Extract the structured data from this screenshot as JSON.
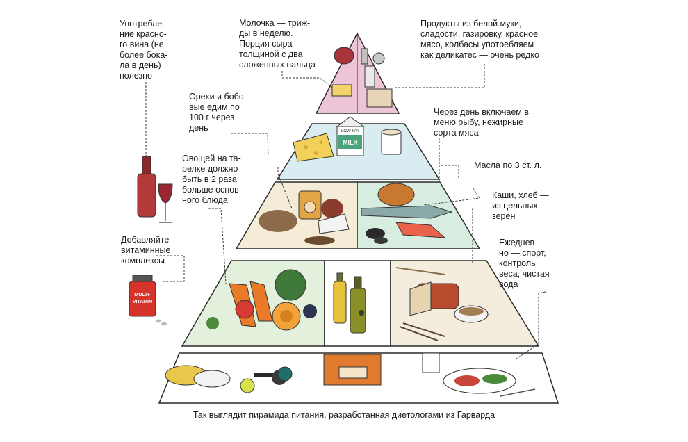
{
  "annotations": {
    "wine": "Употребле-\nние красно-\nго вина (не\nболее бока-\nла в день)\nполезно",
    "dairy": "Молочка — триж-\nды в неделю.\nПорция сыра —\nтолщиной с два\nсложенных пальца",
    "white_flour": "Продукты из белой муки,\nсладости, газировку, красное\nмясо, колбасы употребляем\nкак деликатес — очень редко",
    "nuts": "Орехи и бобо-\nвые едим по\n100 г через\nдень",
    "fish": "Через день включаем в\nменю рыбу, нежирные\nсорта мяса",
    "vegetables": "Овощей на та-\nрелке должно\nбыть в 2 раза\nбольше основ-\nного блюда",
    "oils": "Масла по 3 ст. л.",
    "grains": "Каши, хлеб —\nиз цельных\nзерен",
    "vitamins": "Добавляйте\nвитаминные\nкомплексы",
    "daily": "Ежеднев-\nно — спорт,\nконтроль\nвеса, чистая\nвода"
  },
  "caption": "Так выглядит пирамида питания, разработанная диетологами из Гарварда",
  "illustration_labels": {
    "milk_top": "LOW FAT",
    "milk_main": "MILK",
    "vitamin_line1": "MULTI-",
    "vitamin_line2": "VITAMIN"
  },
  "colors": {
    "top_tier": "#ecc6d6",
    "dairy_tier": "#d9ecf2",
    "nuts_tier": "#f5ecd8",
    "fish_tier": "#d7ede0",
    "veg_tier": "#e2f0dc",
    "oil_tier": "#ffffff",
    "grain_tier": "#f4ecdc",
    "base_tier": "#ffffff",
    "outline": "#2a2a2a"
  }
}
